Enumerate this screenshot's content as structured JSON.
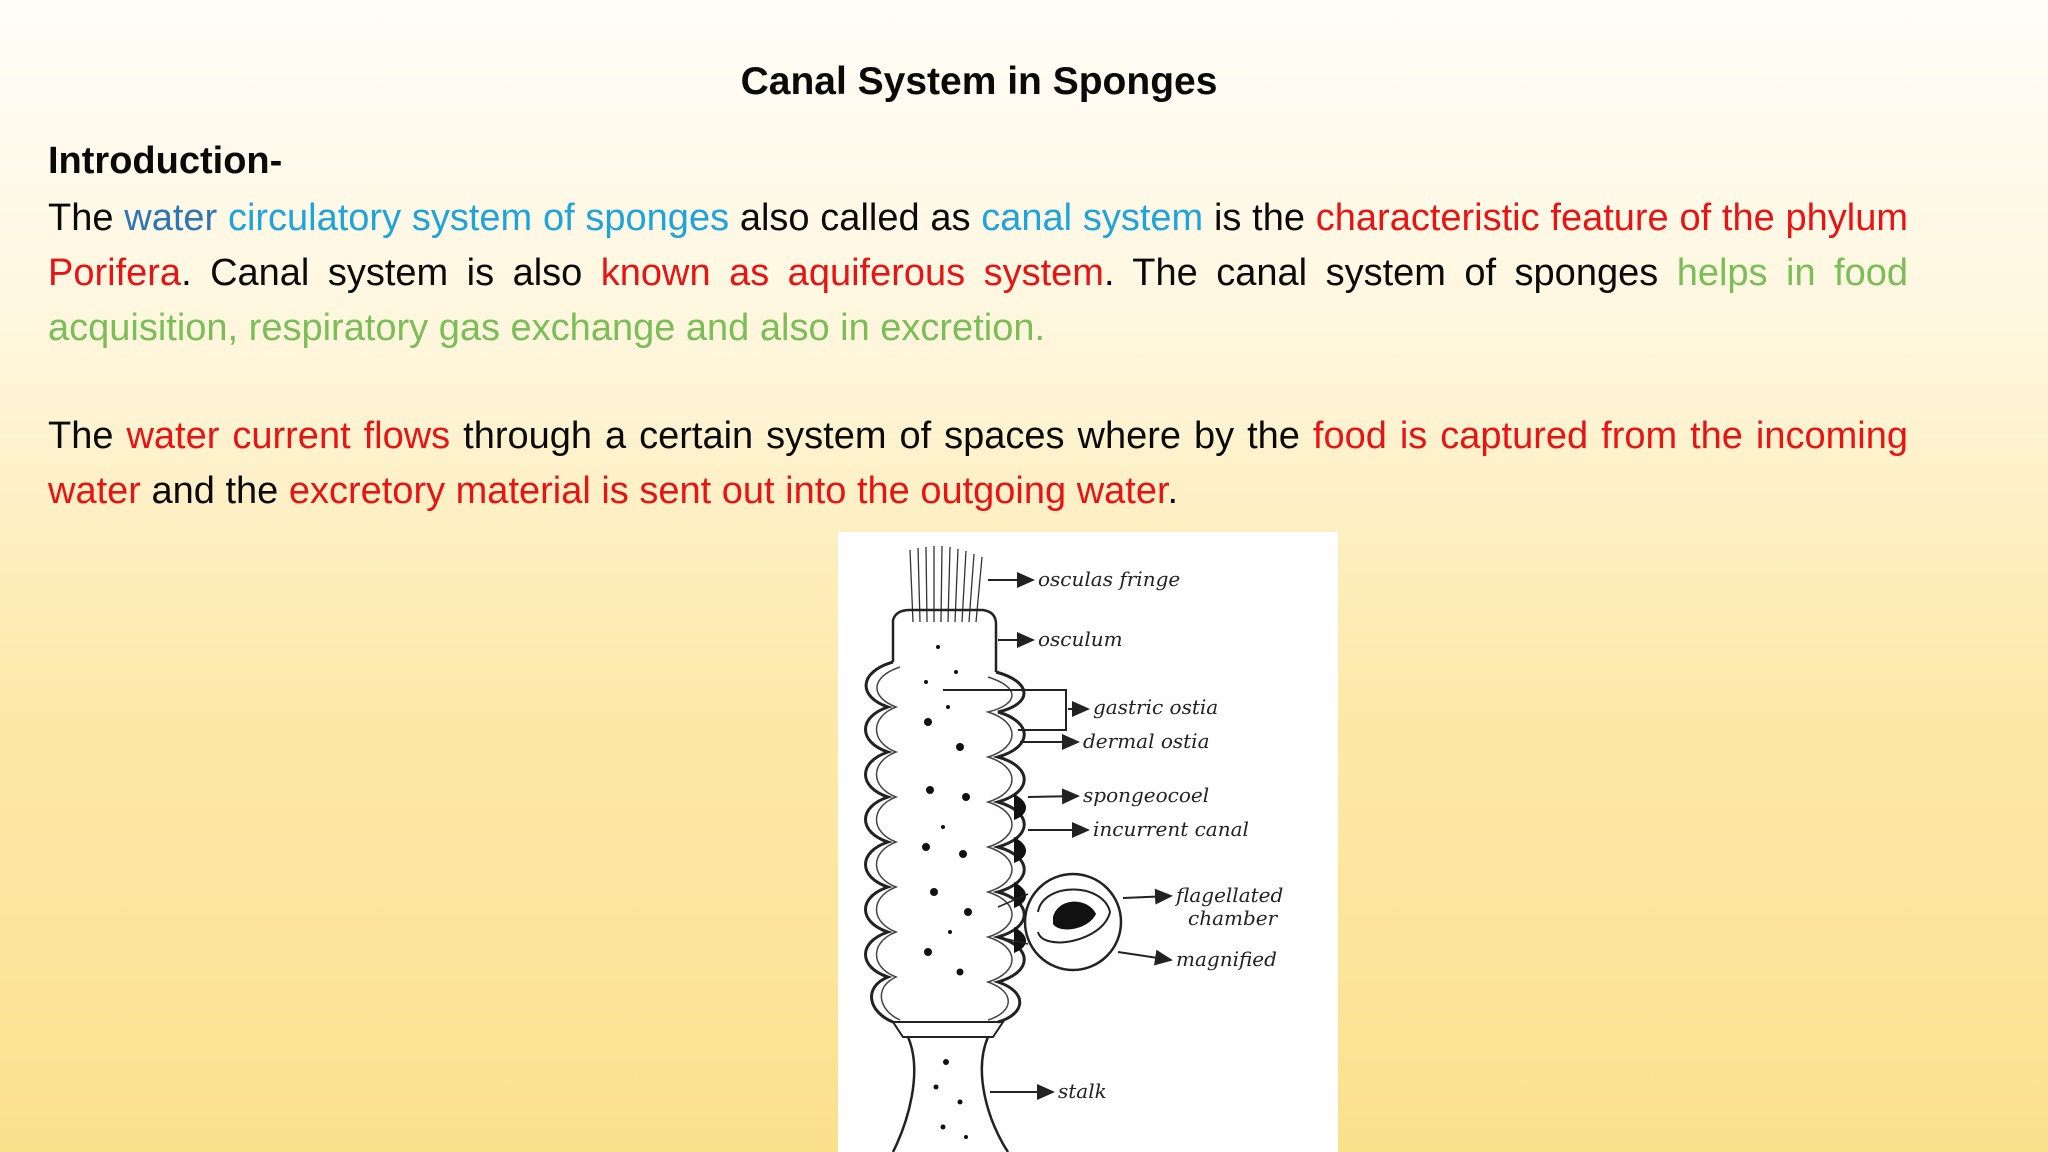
{
  "title": "Canal System in Sponges",
  "heading": "Introduction-",
  "paragraph1": {
    "s1": "The ",
    "s2": "water",
    "s3": " ",
    "s4": "circulatory system of sponges",
    "s5": " also called as ",
    "s6": "canal system",
    "s7": " is the ",
    "s8": "characteristic feature of the phylum Porifera",
    "s9": ". Canal system is also ",
    "s10": "known as aquiferous system",
    "s11": ". The canal system of sponges ",
    "s12": "helps in food acquisition, respiratory gas exchange and also in excretion."
  },
  "paragraph2": {
    "s1": "The ",
    "s2": "water current flows",
    "s3": " through a certain system of spaces where by the ",
    "s4": "food is captured from the incoming water",
    "s5": " and the ",
    "s6": "excretory material is sent out into the outgoing water",
    "s7": "."
  },
  "colors": {
    "blue": "#2e75b6",
    "cyan": "#1ca5dd",
    "red": "#e81414",
    "green": "#79be56"
  },
  "figure": {
    "labels": {
      "oscular_fringe": "osculas fringe",
      "osculum": "osculum",
      "gastric_ostia": "gastric ostia",
      "dermal_ostia": "dermal ostia",
      "spongocoel": "spongeocoel",
      "incurrent_canal": "incurrent canal",
      "flagellated": "flagellated",
      "chamber": "chamber",
      "magnified": "magnified",
      "stalk": "stalk"
    }
  }
}
